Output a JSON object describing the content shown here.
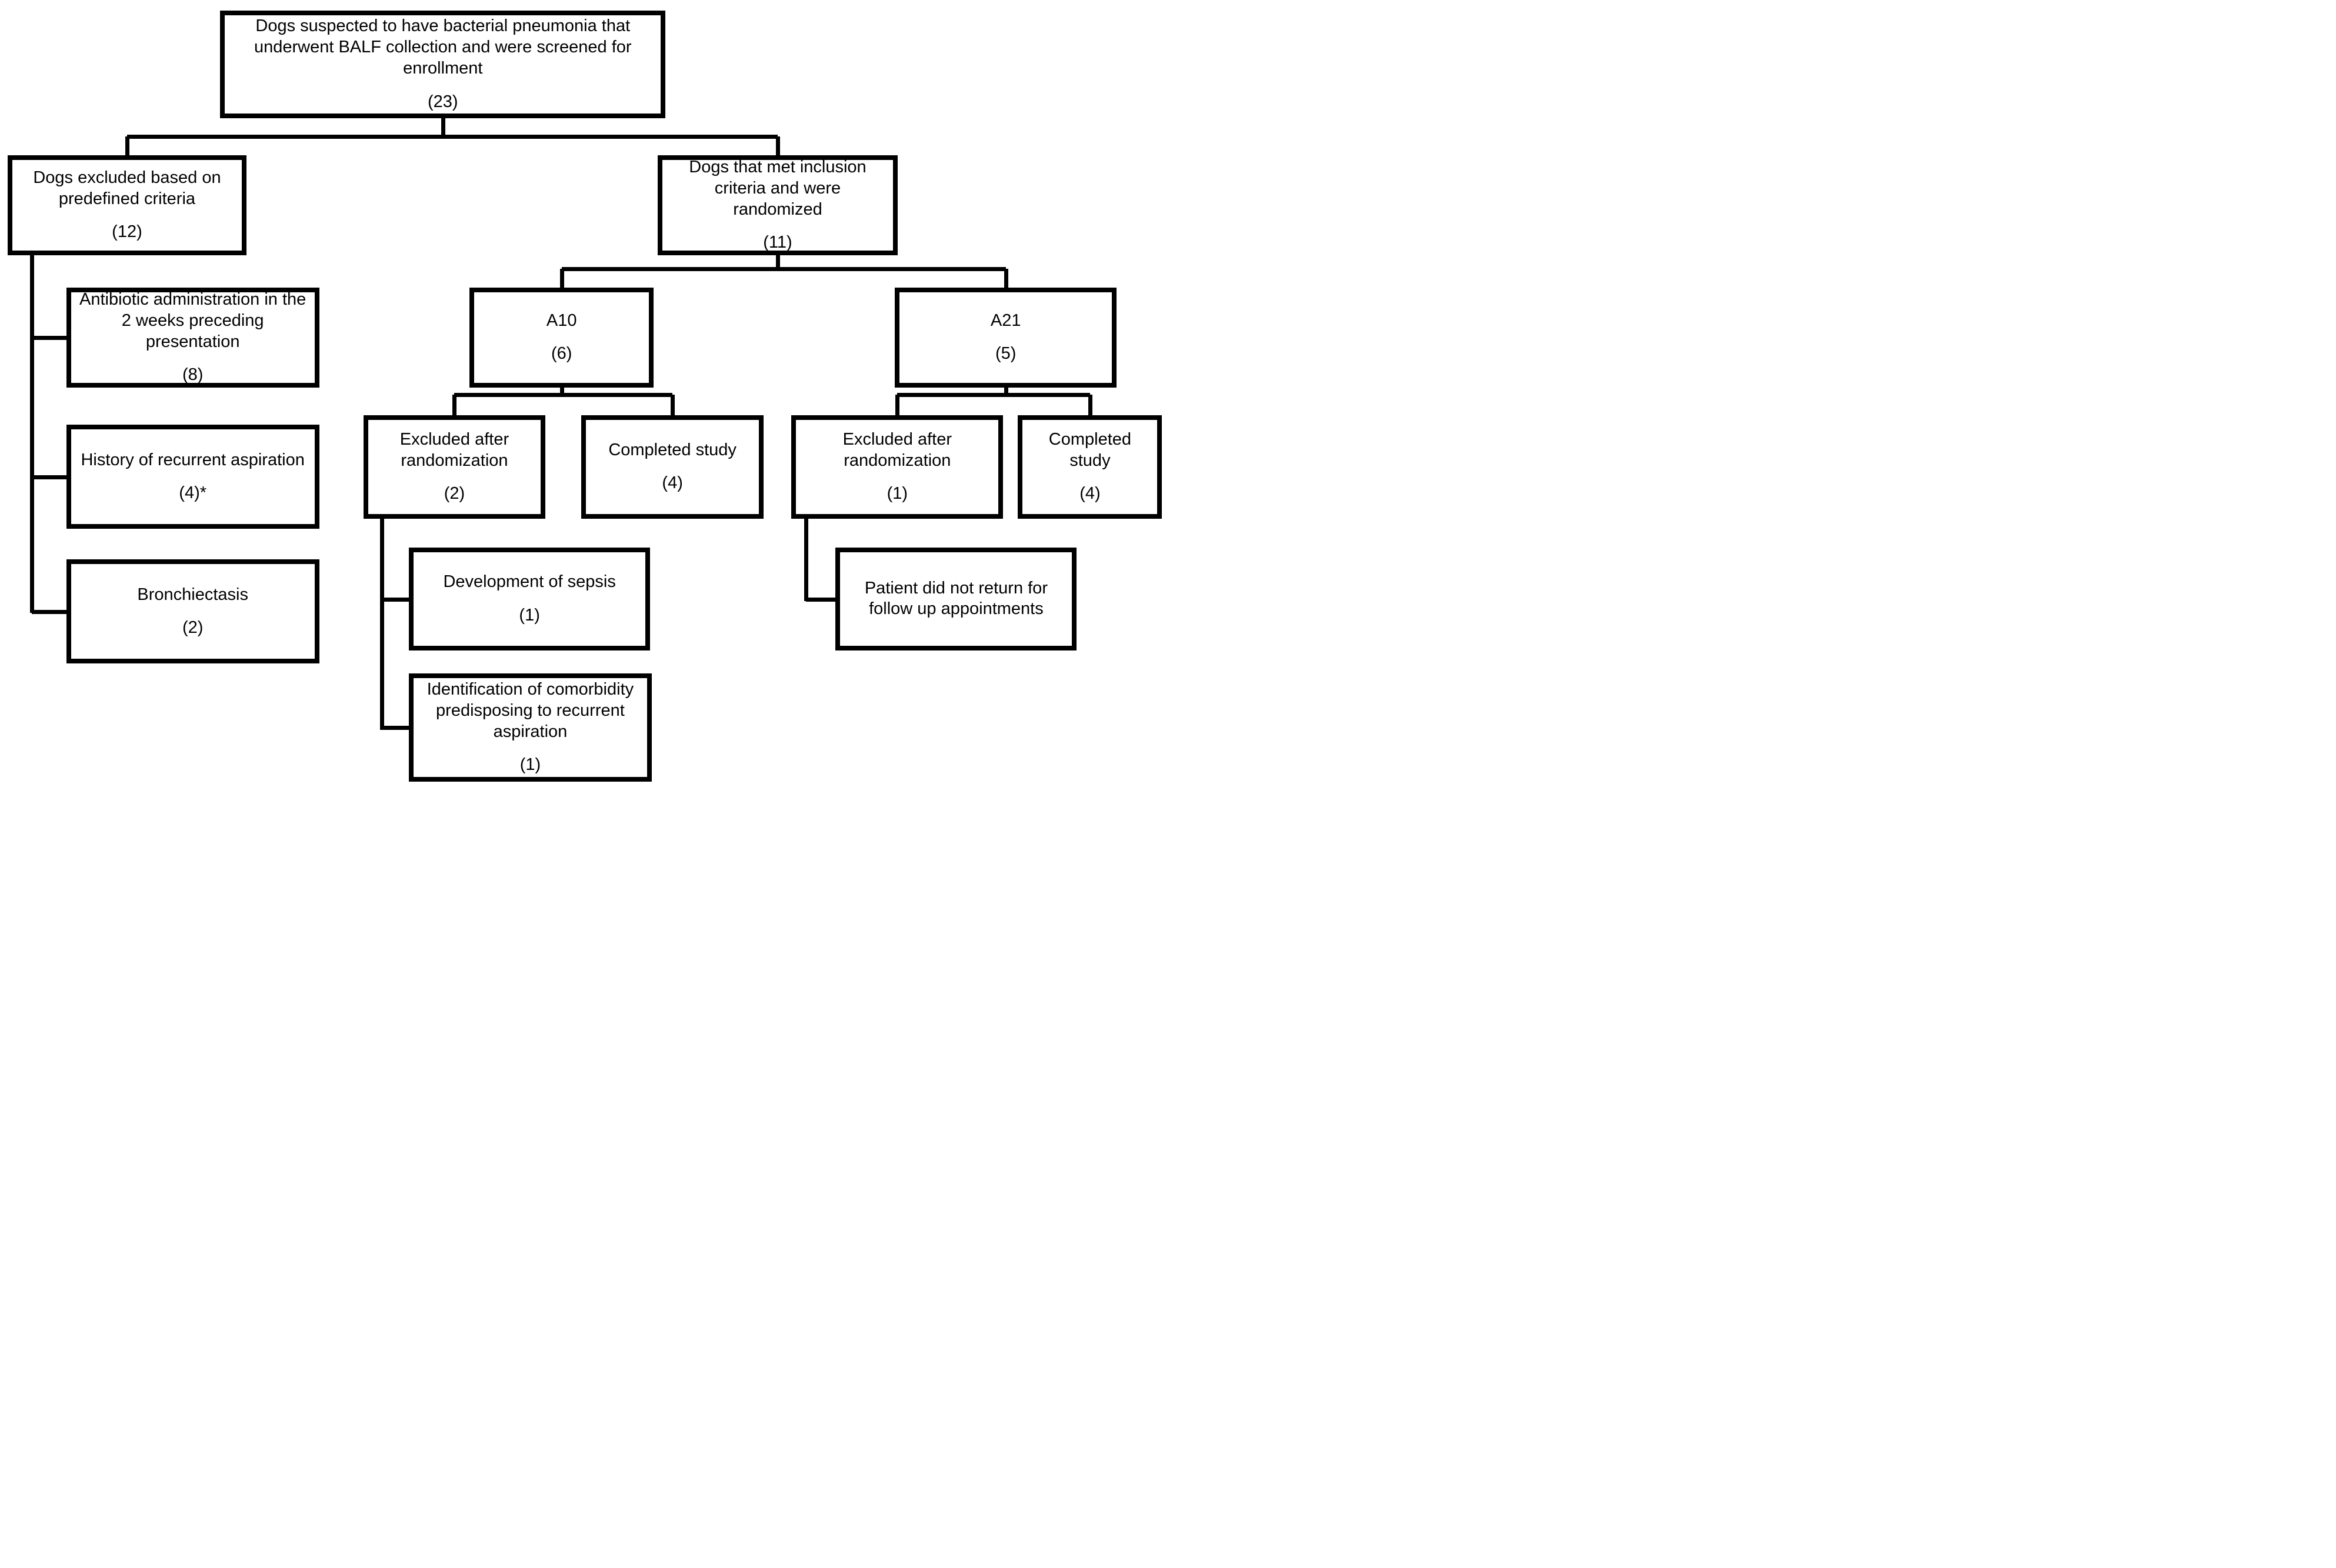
{
  "flowchart": {
    "screened": {
      "label": "Dogs suspected to have bacterial pneumonia that underwent BALF collection and were screened for enrollment",
      "count": "(23)"
    },
    "excluded": {
      "label": "Dogs excluded based on predefined criteria",
      "count": "(12)"
    },
    "randomized": {
      "label": "Dogs that met inclusion criteria and were randomized",
      "count": "(11)"
    },
    "exclusion_reasons": {
      "antibiotics": {
        "label": "Antibiotic administration in the 2 weeks preceding presentation",
        "count": "(8)"
      },
      "aspiration": {
        "label": "History of recurrent aspiration",
        "count": "(4)*"
      },
      "bronchiectasis": {
        "label": "Bronchiectasis",
        "count": "(2)"
      }
    },
    "arm_a10": {
      "label": "A10",
      "count": "(6)"
    },
    "arm_a21": {
      "label": "A21",
      "count": "(5)"
    },
    "a10_excluded": {
      "label": "Excluded after randomization",
      "count": "(2)"
    },
    "a10_completed": {
      "label": "Completed study",
      "count": "(4)"
    },
    "a21_excluded": {
      "label": "Excluded after randomization",
      "count": "(1)"
    },
    "a21_completed": {
      "label": "Completed study",
      "count": "(4)"
    },
    "a10_exclusion_reasons": {
      "sepsis": {
        "label": "Development of sepsis",
        "count": "(1)"
      },
      "comorbidity": {
        "label": "Identification of comorbidity predisposing to recurrent aspiration",
        "count": "(1)"
      }
    },
    "a21_exclusion_reasons": {
      "no_followup": {
        "label": "Patient did not return for follow up appointments"
      }
    }
  }
}
